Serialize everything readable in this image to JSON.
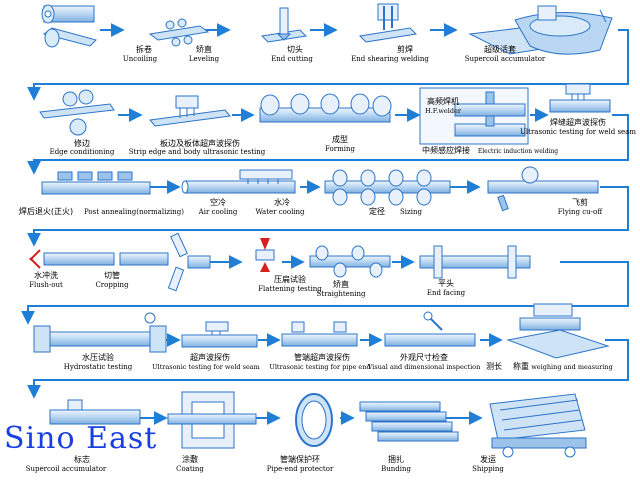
{
  "brand": {
    "label": "Sino East",
    "color": "#1a3fe0"
  },
  "palette": {
    "line": "#1f7fd6",
    "pipe_fill": "#cfe3f7",
    "pipe_stroke": "#2c74c9",
    "label_color": "#000000"
  },
  "steps": [
    {
      "id": "uncoiling",
      "zh": "拆卷",
      "en": "Uncoiling",
      "icon": "coil-icon"
    },
    {
      "id": "leveling",
      "zh": "矫直",
      "en": "Leveling",
      "icon": "plate-icon"
    },
    {
      "id": "end-cutting",
      "zh": "切头",
      "en": "End cutting",
      "icon": "cutter-icon"
    },
    {
      "id": "end-shearing-welding",
      "zh": "剪焊",
      "en": "End shearing welding",
      "icon": "welder-icon"
    },
    {
      "id": "supercoil-accumulator",
      "zh": "超级活套",
      "en": "Supercoil accumulator",
      "icon": "accumulator-icon"
    },
    {
      "id": "edge-conditioning",
      "zh": "修边",
      "en": "Edge conditioning",
      "icon": "edge-icon"
    },
    {
      "id": "strip-ut",
      "zh": "板边及板体超声波探伤",
      "en": "Strip edge and body ultrasonic testing",
      "icon": "probe-icon"
    },
    {
      "id": "forming",
      "zh": "成型",
      "en": "Forming",
      "icon": "rollers-icon"
    },
    {
      "id": "induction-welding",
      "zh": "中频感应焊接",
      "en": "Electric induction welding",
      "icon": "induction-icon"
    },
    {
      "id": "hf-welder",
      "zh": "高频焊机",
      "en": "H.F.welder",
      "icon": "hf-welder-icon"
    },
    {
      "id": "weld-seam-ut-1",
      "zh": "焊缝超声波探伤",
      "en": "Ultrasonic testing for weld seam",
      "icon": "probe-icon"
    },
    {
      "id": "post-annealing",
      "zh": "焊后退火(正火)",
      "en": "Post annealing(normalizing)",
      "icon": "annealing-icon"
    },
    {
      "id": "air-cooling",
      "zh": "空冷",
      "en": "Air cooling",
      "icon": "pipe-icon"
    },
    {
      "id": "water-cooling",
      "zh": "水冷",
      "en": "Water cooling",
      "icon": "water-icon"
    },
    {
      "id": "sizing",
      "zh": "定径",
      "en": "Sizing",
      "icon": "rollers-icon"
    },
    {
      "id": "flying-cut-off",
      "zh": "飞剪",
      "en": "Flying cu-off",
      "icon": "saw-icon"
    },
    {
      "id": "flush-out",
      "zh": "水冲洗",
      "en": "Flush-out",
      "icon": "flush-icon"
    },
    {
      "id": "cropping",
      "zh": "切管",
      "en": "Cropping",
      "icon": "cropping-icon"
    },
    {
      "id": "flattening-testing",
      "zh": "压扁试验",
      "en": "Flattening testing",
      "icon": "press-icon"
    },
    {
      "id": "straightening",
      "zh": "矫直",
      "en": "Straightening",
      "icon": "rollers-icon"
    },
    {
      "id": "end-facing",
      "zh": "平头",
      "en": "End facing",
      "icon": "facing-icon"
    },
    {
      "id": "hydrostatic-testing",
      "zh": "水压试验",
      "en": "Hydrostatic testing",
      "icon": "hydro-icon"
    },
    {
      "id": "weld-seam-ut-2",
      "zh": "超声波探伤",
      "en": "Ultrasonic testing for weld seam",
      "icon": "probe-icon"
    },
    {
      "id": "pipe-end-ut",
      "zh": "管端超声波探伤",
      "en": "Ultrasonic testing for pipe end",
      "icon": "probe-icon"
    },
    {
      "id": "visual-inspection",
      "zh": "外观尺寸检查",
      "en": "Visual and dimensional inspection",
      "icon": "inspection-icon"
    },
    {
      "id": "weighing-measuring",
      "zh": "称重",
      "en": "weighing and measuring",
      "icon": "scale-icon"
    },
    {
      "id": "weighing-bench",
      "zh": "测长",
      "en": "",
      "icon": "scale-icon"
    },
    {
      "id": "marking",
      "zh": "标志",
      "en": "Supercoil accumulator",
      "icon": "marking-icon"
    },
    {
      "id": "coating",
      "zh": "涂敷",
      "en": "Coating",
      "icon": "coating-icon"
    },
    {
      "id": "pipe-end-protector",
      "zh": "管端保护环",
      "en": "Pipe-end protector",
      "icon": "ring-icon"
    },
    {
      "id": "bunding",
      "zh": "捆扎",
      "en": "Bunding",
      "icon": "bundle-icon"
    },
    {
      "id": "shipping",
      "zh": "发运",
      "en": "Shipping",
      "icon": "truck-icon"
    }
  ]
}
